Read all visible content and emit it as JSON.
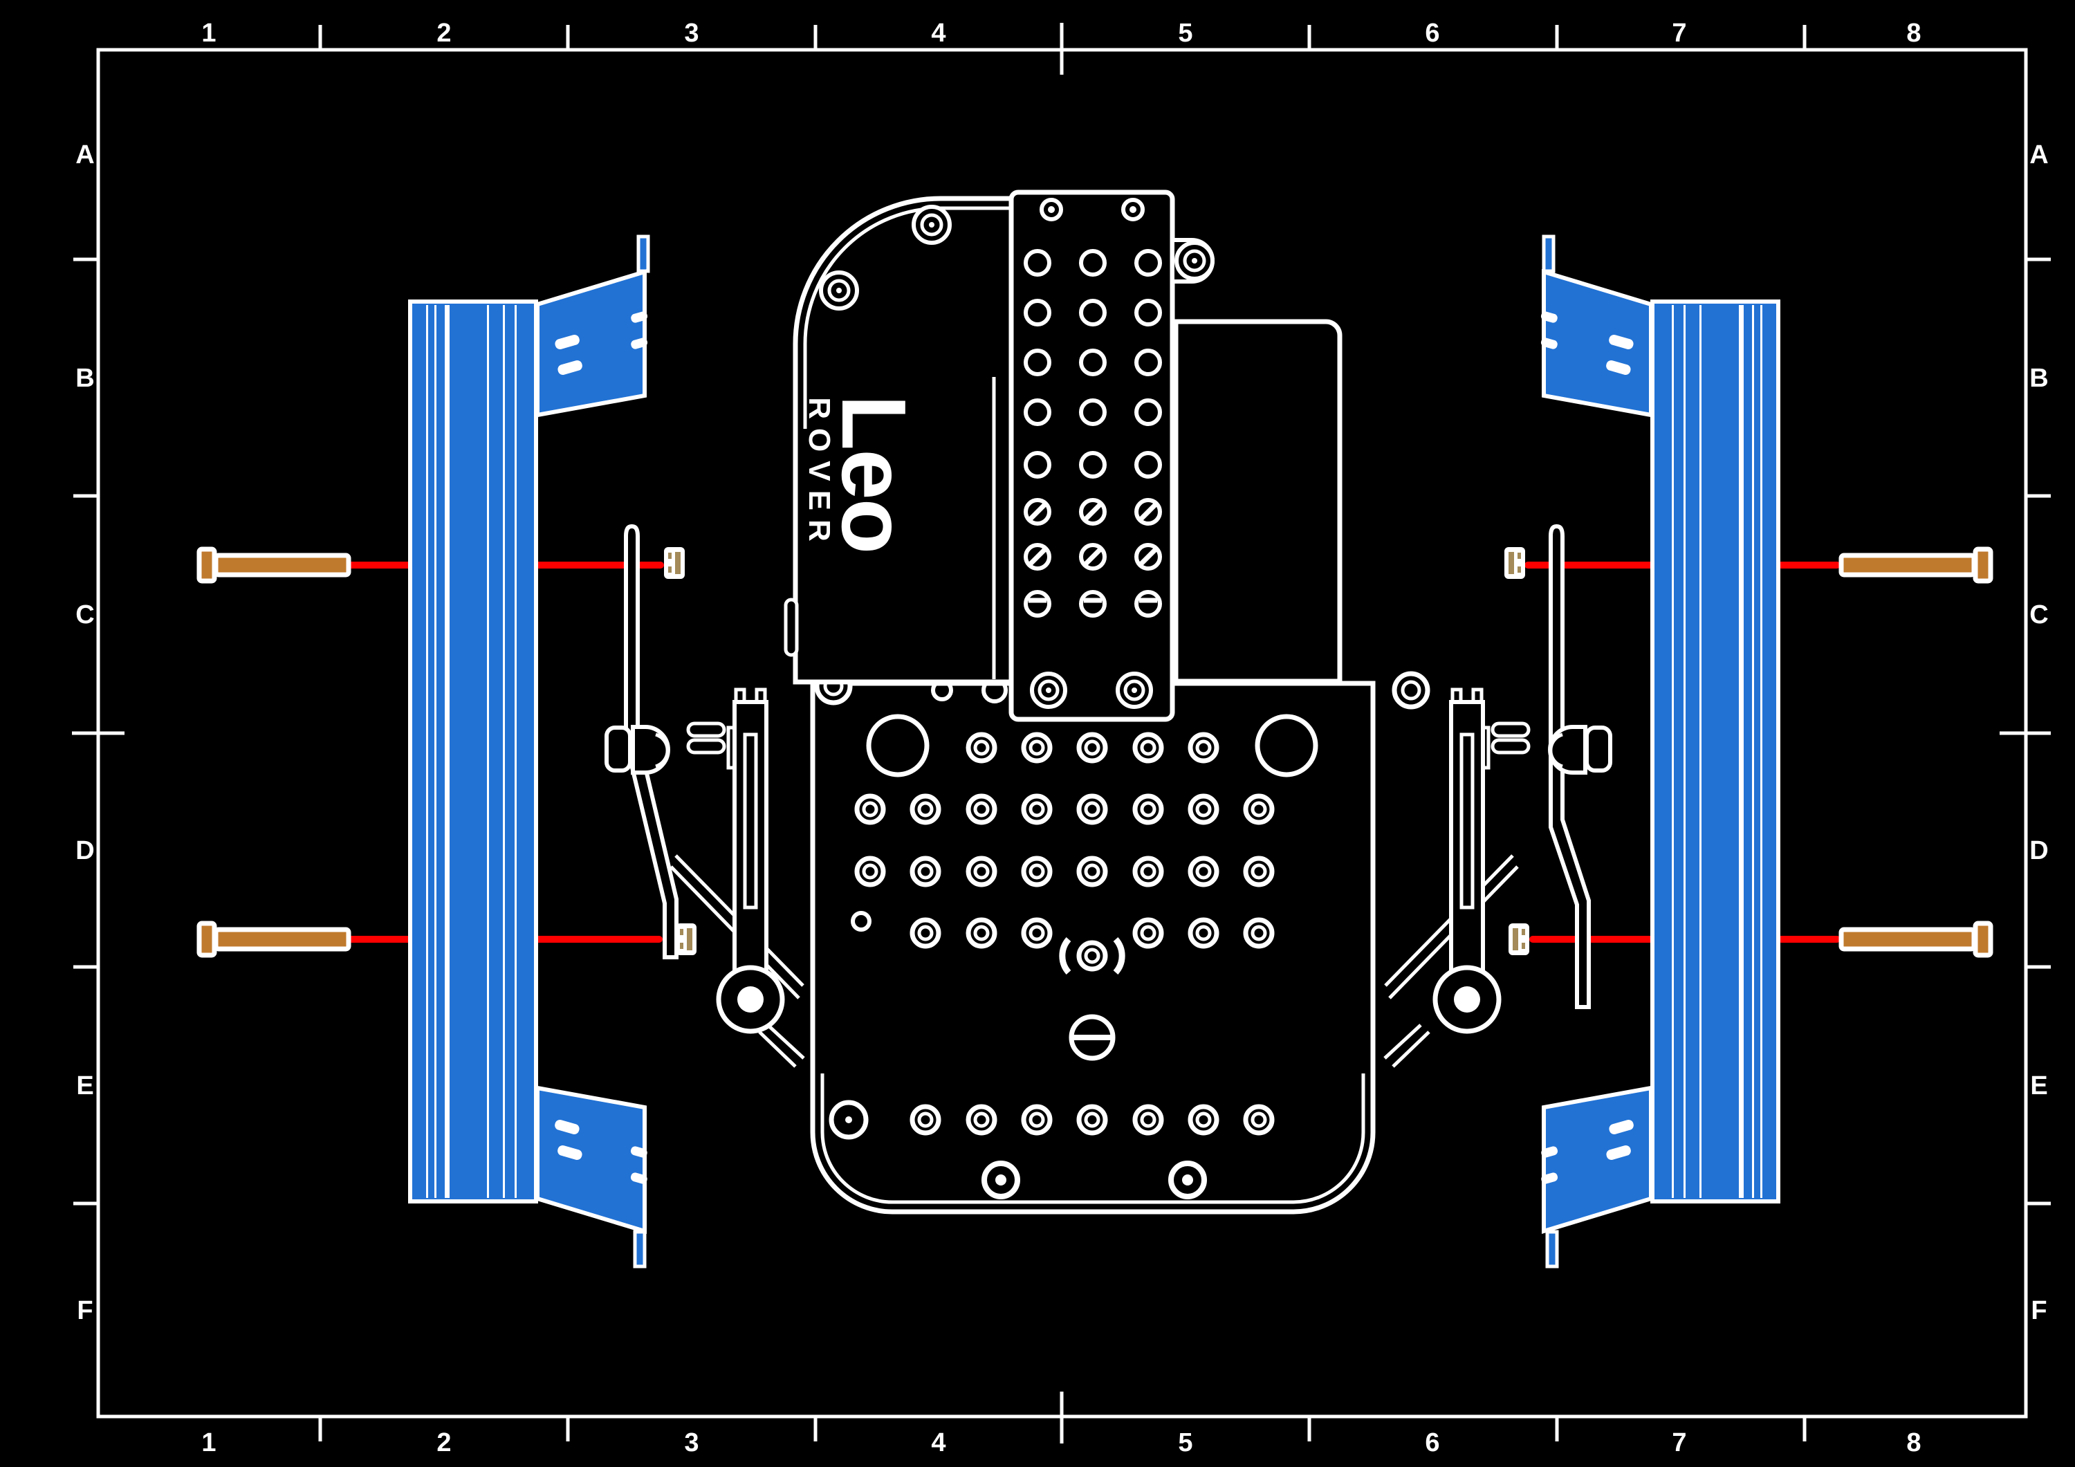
{
  "drawing": {
    "type": "assembly-drawing",
    "logo": {
      "primary": "Leo",
      "secondary": "ROVER"
    },
    "grid": {
      "column_labels": [
        "1",
        "2",
        "3",
        "4",
        "5",
        "6",
        "7",
        "8"
      ],
      "row_labels": [
        "A",
        "B",
        "C",
        "D",
        "E",
        "F"
      ]
    },
    "colors": {
      "background": "#000000",
      "line_white": "#ffffff",
      "rail_blue": "#2272d4",
      "screw_orange": "#c07a2d",
      "nut_tan": "#a38a58",
      "guide_red": "#ff0000"
    }
  }
}
